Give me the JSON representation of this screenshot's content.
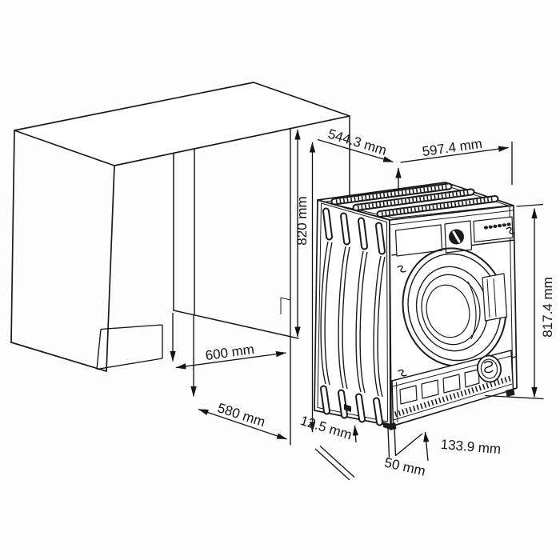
{
  "figure": {
    "kind": "appliance-installation-dimension-diagram",
    "background": "#fdfdfd",
    "line_color": "#1b1b1b",
    "dim_labels": {
      "depth_top": "544.3 mm",
      "width_top": "597.4 mm",
      "niche_height": "820 mm",
      "appliance_height": "817.4 mm",
      "niche_width": "600 mm",
      "niche_depth": "580 mm",
      "side_clearance": "12.5 mm",
      "bottom_clearance": "50 mm",
      "plinth_recess": "133.9 mm"
    }
  }
}
